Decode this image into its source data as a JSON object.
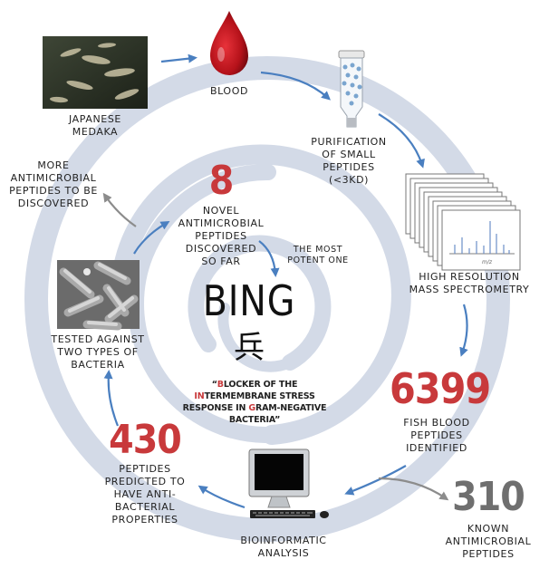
{
  "nodes": {
    "medaka": "JAPANESE\nMEDAKA",
    "blood": "BLOOD",
    "purification": "PURIFICATION\nOF SMALL\nPEPTIDES\n(<3kD)",
    "mass_spec": "HIGH RESOLUTION\nMASS SPECTROMETRY",
    "fish_blood": "FISH BLOOD\nPEPTIDES\nIDENTIFIED",
    "known": "KNOWN\nANTIMICROBIAL\nPEPTIDES",
    "bioinformatic": "BIOINFORMATIC\nANALYSIS",
    "predicted": "PEPTIDES\nPREDICTED TO\nHAVE ANTI-\nBACTERIAL\nPROPERTIES",
    "tested": "TESTED AGAINST\nTWO TYPES OF\nBACTERIA",
    "more": "MORE\nANTIMICROBIAL\nPEPTIDES TO BE\nDISCOVERED",
    "novel": "NOVEL\nANTIMICROBIAL\nPEPTIDES\nDISCOVERED\nSO FAR",
    "most_potent": "THE MOST\nPOTENT ONE"
  },
  "numbers": {
    "fish_blood": "6399",
    "known": "310",
    "predicted": "430",
    "novel": "8"
  },
  "center": {
    "name": "BING",
    "kanji": "兵",
    "acronym_parts": [
      {
        "t": "“",
        "hl": false
      },
      {
        "t": "B",
        "hl": true
      },
      {
        "t": "LOCKER OF THE ",
        "hl": false
      },
      {
        "t": "IN",
        "hl": true
      },
      {
        "t": "TERMEMBRANE STRESS RESPONSE IN ",
        "hl": false
      },
      {
        "t": "G",
        "hl": true
      },
      {
        "t": "RAM-NEGATIVE BACTERIA”",
        "hl": false
      }
    ]
  },
  "spectrum_axis_label": "m/z",
  "colors": {
    "spiral": "#d3dae7",
    "arrow_blue": "#4a7fc0",
    "arrow_grey": "#8c8c8c",
    "accent_red": "#c8393b",
    "blood_red": "#c0161c"
  },
  "icons": [
    "fish-photo-icon",
    "blood-drop-icon",
    "test-tube-icon",
    "spectrum-stack-icon",
    "computer-icon",
    "bacteria-photo-icon"
  ]
}
